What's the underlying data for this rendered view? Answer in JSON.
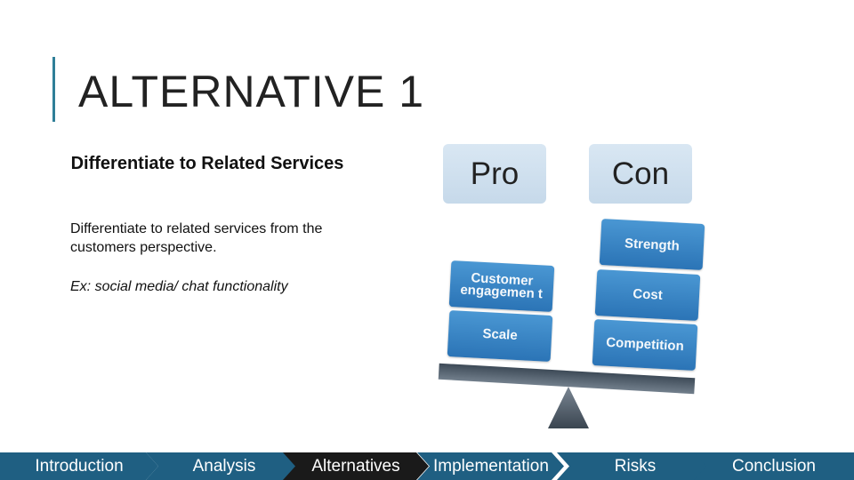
{
  "slide": {
    "title": "ALTERNATIVE 1",
    "subtitle": "Differentiate to Related Services",
    "description": "Differentiate to related services from the customers perspective.",
    "example": "Ex: social media/ chat functionality"
  },
  "balance": {
    "pro_label": "Pro",
    "con_label": "Con",
    "pro_items": [
      "Customer engagemen t",
      "Scale"
    ],
    "con_items": [
      "Strength",
      "Cost",
      "Competition"
    ]
  },
  "nav": {
    "steps": [
      "Introduction",
      "Analysis",
      "Alternatives",
      "Implementation",
      "Risks",
      "Conclusion"
    ],
    "active_index": 2
  },
  "colors": {
    "accent": "#2f7f98",
    "block": "#2b74b6",
    "nav_active": "#1a1a1a",
    "nav_inactive": "#1f5f82"
  }
}
